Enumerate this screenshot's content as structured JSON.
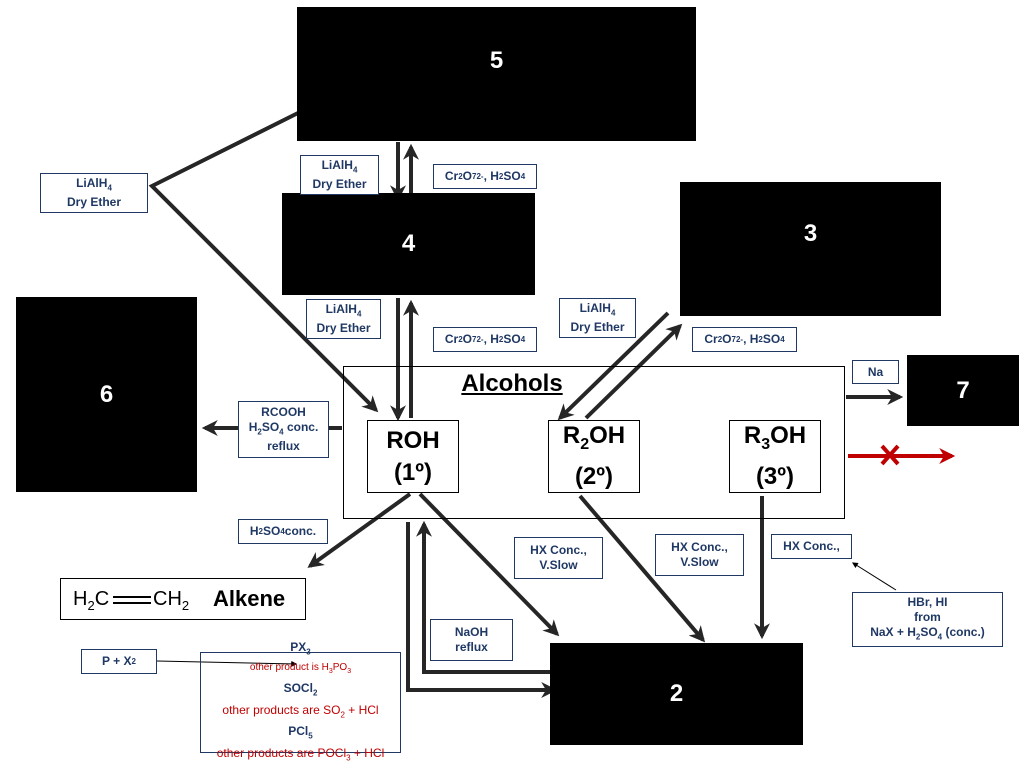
{
  "boxes": {
    "b5": "5",
    "b4": "4",
    "b3": "3",
    "b6": "6",
    "b7": "7",
    "b2": "2"
  },
  "title": "Alcohols",
  "alcohols": {
    "primary": {
      "formula": "ROH",
      "degree": "(1º)"
    },
    "secondary": {
      "formula_pre": "R",
      "formula_sub": "2",
      "formula_post": "OH",
      "degree": "(2º)"
    },
    "tertiary": {
      "formula_pre": "R",
      "formula_sub": "3",
      "formula_post": "OH",
      "degree": "(3º)"
    }
  },
  "labels": {
    "lialh4_left": {
      "line1": "LiAlH",
      "sub1": "4",
      "line2": "Dry Ether"
    },
    "lialh4_top": {
      "line1": "LiAlH",
      "sub1": "4",
      "line2": "Dry Ether"
    },
    "lialh4_mid": {
      "line1": "LiAlH",
      "sub1": "4",
      "line2": "Dry Ether"
    },
    "lialh4_right": {
      "line1": "LiAlH",
      "sub1": "4",
      "line2": "Dry Ether"
    },
    "cr_top": {
      "a": "Cr",
      "b": "2",
      "c": "O",
      "d": "7",
      "e": "2-",
      "f": ", H",
      "g": "2",
      "h": "SO",
      "i": "4"
    },
    "cr_mid": {
      "a": "Cr",
      "b": "2",
      "c": "O",
      "d": "7",
      "e": "2-",
      "f": ", H",
      "g": "2",
      "h": "SO",
      "i": "4"
    },
    "cr_right": {
      "a": "Cr",
      "b": "2",
      "c": "O",
      "d": "7",
      "e": "2-",
      "f": ", H",
      "g": "2",
      "h": "SO",
      "i": "4"
    },
    "rcooh": {
      "line1": "RCOOH",
      "l2a": "H",
      "l2b": "2",
      "l2c": "SO",
      "l2d": "4",
      "l2e": " conc.",
      "line3": "reflux"
    },
    "na": "Na",
    "h2so4": {
      "a": "H",
      "b": "2",
      "c": "SO",
      "d": "4",
      "e": " conc."
    },
    "hx1": {
      "line1": "HX Conc.,",
      "line2": "V.Slow"
    },
    "hx2": {
      "line1": "HX Conc.,",
      "line2": "V.Slow"
    },
    "hx3": "HX Conc.,",
    "naoh": {
      "line1": "NaOH",
      "line2": "reflux"
    },
    "hbr": {
      "line1": "HBr, HI",
      "line2": "from",
      "l3a": "NaX + H",
      "l3b": "2",
      "l3c": "SO",
      "l3d": "4",
      "l3e": "  (conc.)"
    },
    "px": {
      "a": "P + X",
      "b": "2"
    }
  },
  "reagents": {
    "px3": {
      "a": "PX",
      "b": "3"
    },
    "px3_note": {
      "a": "other product is H",
      "b": "3",
      "c": "PO",
      "d": "3"
    },
    "socl2": {
      "a": "SOCl",
      "b": "2"
    },
    "socl2_note": {
      "a": "other products are SO",
      "b": "2",
      "c": " + HCl"
    },
    "pcl5": {
      "a": "PCl",
      "b": "5"
    },
    "pcl5_note": {
      "a": "other products are POCl",
      "b": "3",
      "c": " + HCl"
    }
  },
  "alkene": {
    "h2c_pre": "H",
    "h2c_sub": "2",
    "h2c_post": "C",
    "ch2_pre": "CH",
    "ch2_sub": "2",
    "name": "Alkene"
  },
  "colors": {
    "navy": "#1f3864",
    "red": "#c00000",
    "arrow": "#262626"
  }
}
